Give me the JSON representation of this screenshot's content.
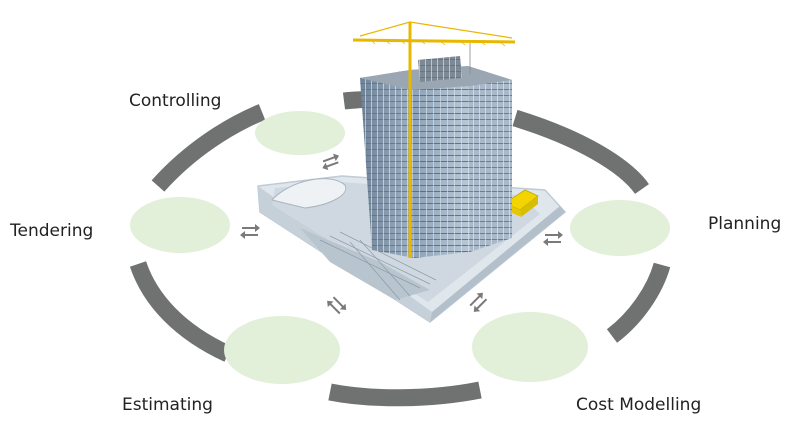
{
  "diagram": {
    "phases": [
      {
        "id": "controlling",
        "label": "Controlling"
      },
      {
        "id": "tendering",
        "label": "Tendering"
      },
      {
        "id": "estimating",
        "label": "Estimating"
      },
      {
        "id": "cost-modelling",
        "label": "Cost Modelling"
      },
      {
        "id": "planning",
        "label": "Planning"
      }
    ],
    "colors": {
      "ring": "#6f7271",
      "node": "#e2efd9",
      "arrow": "#7a7a7a",
      "crane": "#f2c200",
      "facade": "#8fa3b8",
      "truck": "#f2d400"
    },
    "center_image": "high-rise-building-under-construction-with-crane"
  }
}
